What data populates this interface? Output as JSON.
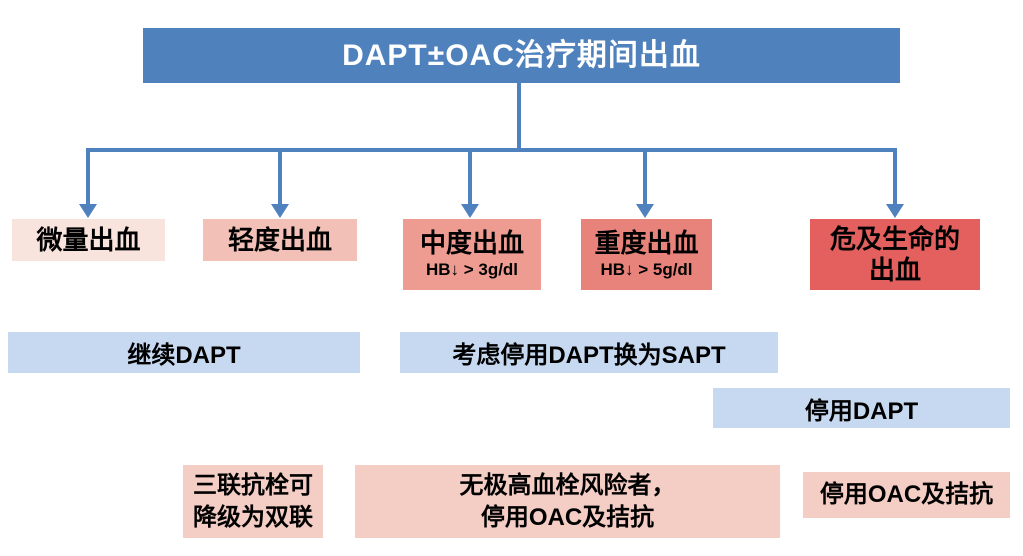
{
  "title": {
    "text": "DAPT±OAC治疗期间出血"
  },
  "colors": {
    "header_bg": "#4F81BD",
    "header_text": "#FFFFFF",
    "connector": "#4E81BD",
    "category_bgs": [
      "#F8E3DD",
      "#F2C0B6",
      "#EE9C92",
      "#E8837B",
      "#E3605F"
    ],
    "treatment_bg": "#C6D9F1",
    "note_bg": "#F4CDC5",
    "body_text": "#000000"
  },
  "categories": [
    {
      "label": "微量出血"
    },
    {
      "label": "轻度出血"
    },
    {
      "label": "中度出血",
      "sub": "HB↓ > 3g/dl"
    },
    {
      "label": "重度出血",
      "sub": "HB↓ > 5g/dl"
    },
    {
      "label": "危及生命的",
      "label2": "出血"
    }
  ],
  "treatments": [
    {
      "label": "继续DAPT"
    },
    {
      "label": "考虑停用DAPT换为SAPT"
    },
    {
      "label": "停用DAPT"
    }
  ],
  "notes": [
    {
      "line1": "三联抗栓可",
      "line2": "降级为双联"
    },
    {
      "line1": "无极高血栓风险者，",
      "line2": "停用OAC及拮抗"
    },
    {
      "line1": "停用OAC及拮抗"
    }
  ]
}
